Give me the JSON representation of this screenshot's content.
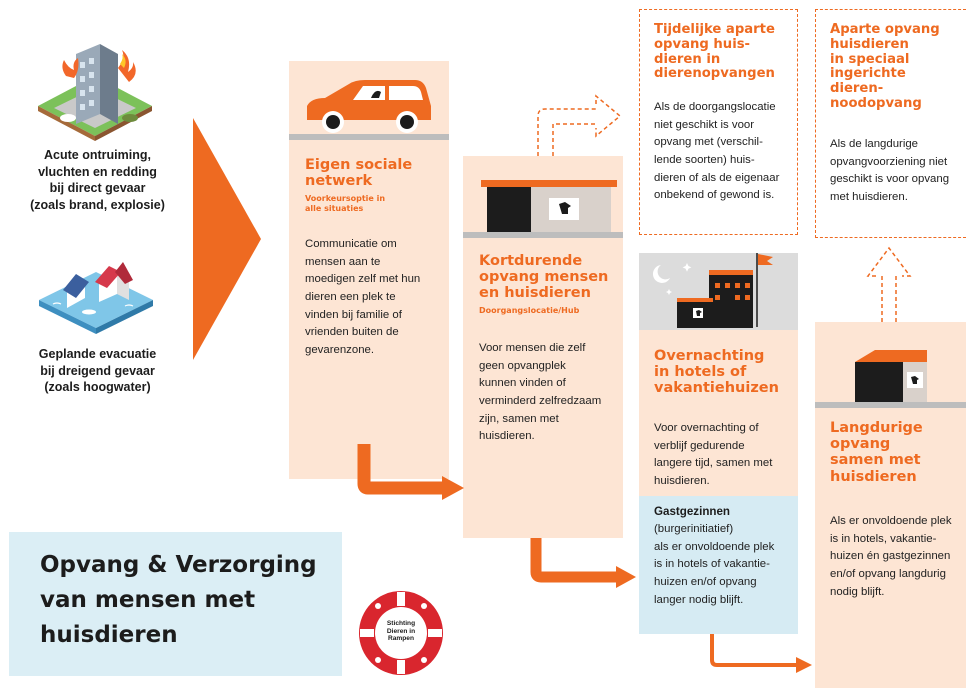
{
  "scenarios": {
    "acute": "Acute ontruiming,\nvluchten en redding\nbij direct gevaar\n(zoals brand, explosie)",
    "planned": "Geplande evacuatie\nbij dreigend gevaar\n(zoals hoogwater)"
  },
  "stage1": {
    "title": "Eigen sociale\nnetwerk",
    "subtitle": "Voorkeursoptie in\nalle situaties",
    "body": "Communicatie om\nmensen aan te\nmoedigen zelf met hun\ndieren een plek te\nvinden bij familie of\nvrienden buiten de\ngevarenzone."
  },
  "stage2": {
    "title": "Kortdurende\nopvang mensen\nen huisdieren",
    "subtitle": "Doorgangslocatie/Hub",
    "body": "Voor mensen die zelf\ngeen opvangplek\nkunnen vinden of\nverminderd zelfredzaam\nzijn, samen met\nhuisdieren."
  },
  "stage3a": {
    "title": "Tijdelijke aparte\nopvang huis-\ndieren in\ndierenopvangen",
    "body": "Als de doorgangslocatie\nniet geschikt is voor\nopvang met (verschil-\nlende soorten) huis-\ndieren of als de eigenaar\nonbekend of gewond is."
  },
  "stage3b": {
    "title": "Overnachting\nin hotels of\nvakantiehuizen",
    "body": "Voor overnachting of\nverblijf gedurende\nlangere tijd, samen met\nhuisdieren."
  },
  "stage3c": {
    "title": "Gastgezinnen",
    "body": "(burgerinitiatief)\nals er onvoldoende plek\nis in hotels of vakantie-\nhuizen en/of opvang\nlanger nodig blijft."
  },
  "stage4a": {
    "title": "Aparte opvang\nhuisdieren\nin speciaal\ningerichte\ndieren-\nnoodopvang",
    "body": "Als de langdurige\nopvangvoorziening niet\ngeschikt is voor opvang\nmet huisdieren."
  },
  "stage4b": {
    "title": "Langdurige\nopvang\nsamen met\nhuisdieren",
    "body": "Als er onvoldoende plek\nis in hotels, vakantie-\nhuizen én gastgezinnen\nen/of opvang langdurig\nnodig blijft."
  },
  "main_title": "Opvang & Verzorging\nvan mensen met\nhuisdieren",
  "logo": "Stichting\nDieren in\nRampen",
  "colors": {
    "accent": "#ee6a21",
    "panel": "#fde5d4",
    "title_box": "#dbeef5",
    "gast_box": "#d6ebf3"
  }
}
